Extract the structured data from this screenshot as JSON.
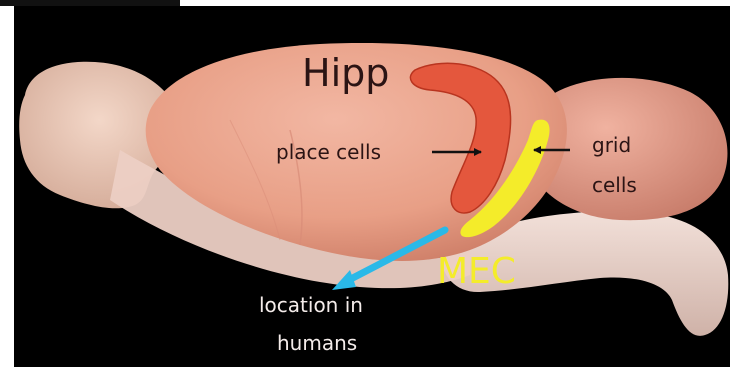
{
  "labels": {
    "hipp": "Hipp",
    "place_cells": "place cells",
    "grid": "grid",
    "cells": "cells",
    "mec": "MEC",
    "location_in": "location in",
    "humans": "humans"
  },
  "colors": {
    "background": "#000000",
    "brain_tissue": "#e9a08e",
    "hippocampus": "#e4573d",
    "mec": "#f4ec2a",
    "arrow_human": "#2ab9e8",
    "label_dark": "#2b1414",
    "label_light": "#f4ecea"
  }
}
